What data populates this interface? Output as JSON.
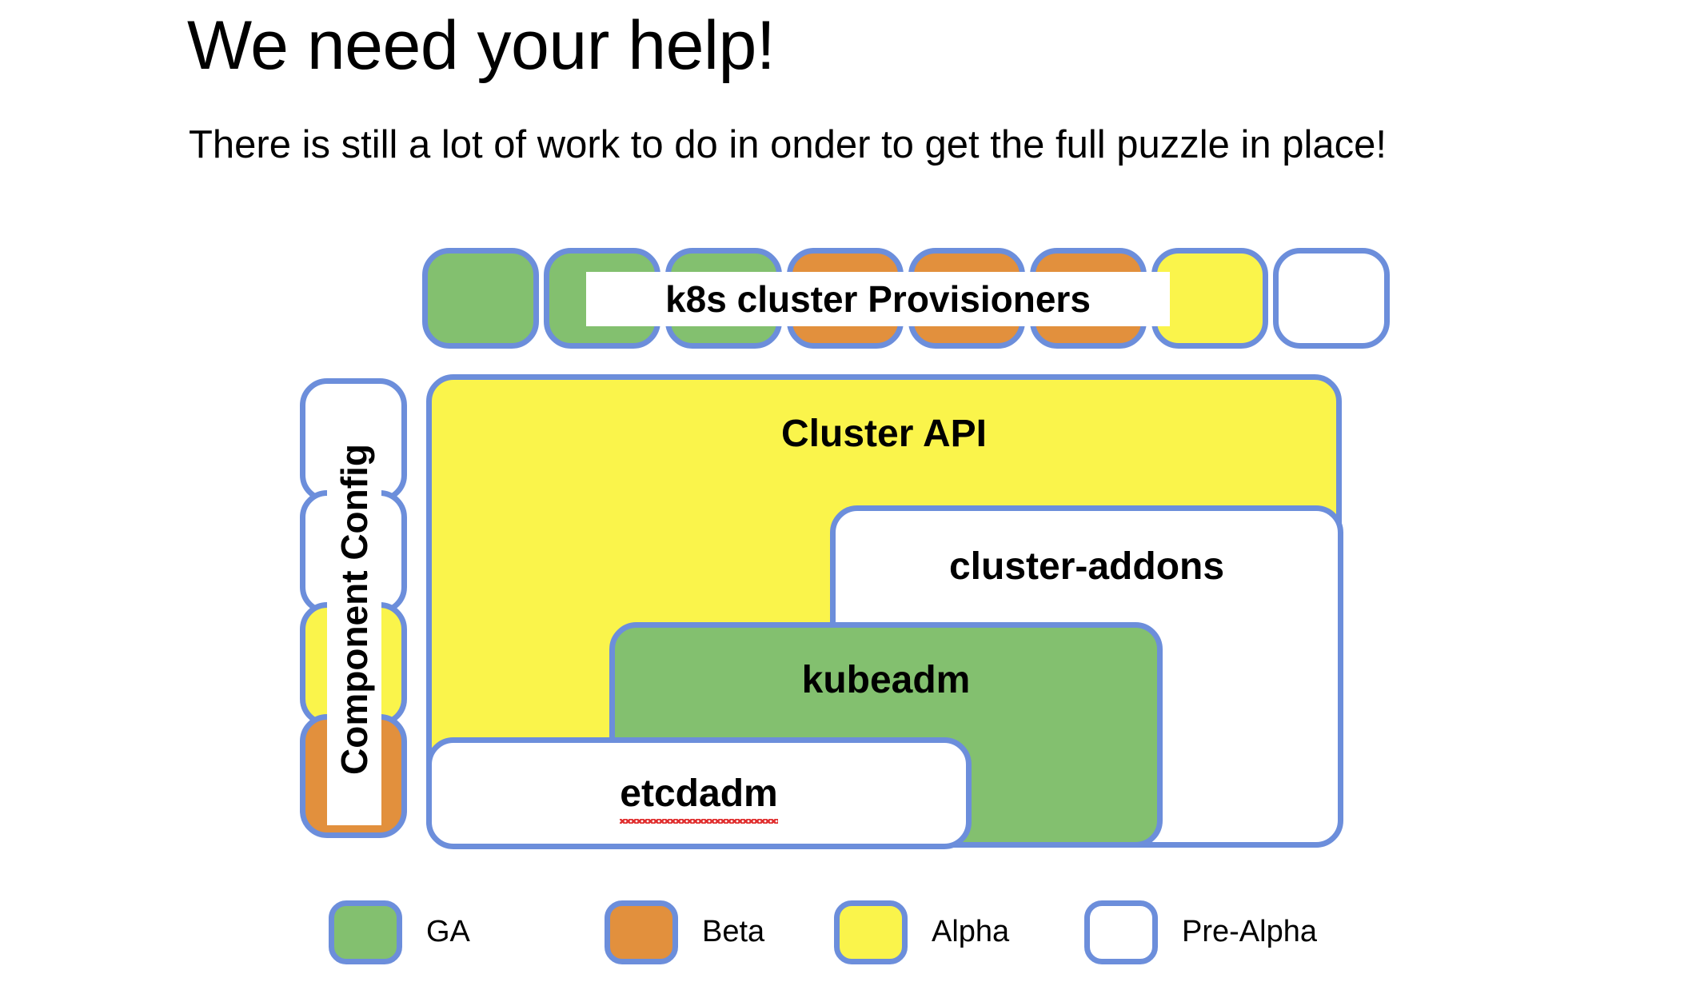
{
  "slide": {
    "title": "We need your help!",
    "subtitle": "There is still a lot of work to do in onder to get the full puzzle in place!"
  },
  "colors": {
    "border": "#6c8edb",
    "ga": "#83c06f",
    "beta": "#e2903d",
    "alpha": "#faf44b",
    "pre_alpha": "#ffffff",
    "spellcheck_underline": "#e03030"
  },
  "provisioners": {
    "banner_label": "k8s cluster Provisioners",
    "boxes": [
      {
        "status": "GA",
        "fill": "ga"
      },
      {
        "status": "GA",
        "fill": "ga"
      },
      {
        "status": "GA",
        "fill": "ga"
      },
      {
        "status": "Beta",
        "fill": "beta"
      },
      {
        "status": "Beta",
        "fill": "beta"
      },
      {
        "status": "Beta",
        "fill": "beta"
      },
      {
        "status": "Alpha",
        "fill": "alpha"
      },
      {
        "status": "Pre-Alpha",
        "fill": "pre"
      }
    ]
  },
  "component_config": {
    "banner_label": "Component Config",
    "boxes": [
      {
        "status": "Pre-Alpha",
        "fill": "pre"
      },
      {
        "status": "Pre-Alpha",
        "fill": "pre"
      },
      {
        "status": "Alpha",
        "fill": "alpha"
      },
      {
        "status": "Beta",
        "fill": "beta"
      }
    ]
  },
  "stack": {
    "cluster_api": {
      "label": "Cluster API",
      "status": "Alpha"
    },
    "cluster_addons": {
      "label": "cluster-addons",
      "status": "Pre-Alpha"
    },
    "kubeadm": {
      "label": "kubeadm",
      "status": "GA"
    },
    "etcdadm": {
      "label": "etcdadm",
      "status": "Pre-Alpha"
    }
  },
  "legend": {
    "items": [
      {
        "label": "GA",
        "fill": "ga"
      },
      {
        "label": "Beta",
        "fill": "beta"
      },
      {
        "label": "Alpha",
        "fill": "alpha"
      },
      {
        "label": "Pre-Alpha",
        "fill": "pre"
      }
    ]
  }
}
